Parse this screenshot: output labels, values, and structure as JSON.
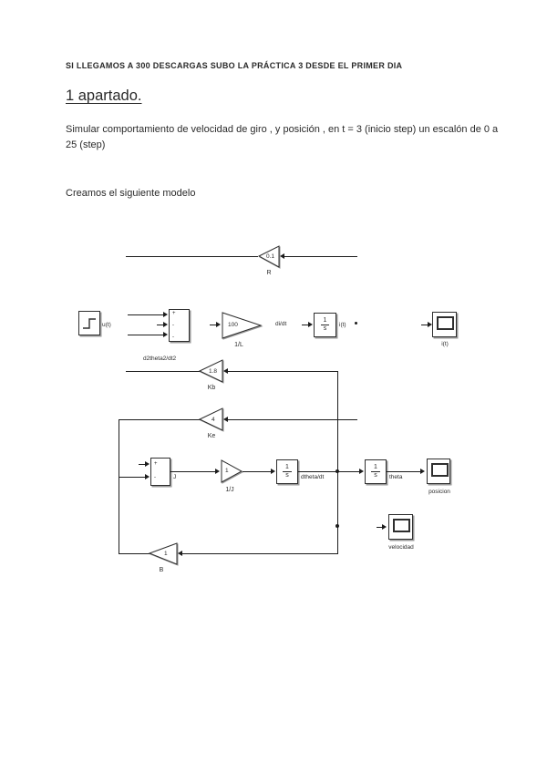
{
  "colors": {
    "ink": "#1c1c1c",
    "paper": "#ffffff"
  },
  "document": {
    "header": "SI LLEGAMOS A 300 DESCARGAS SUBO LA PRÁCTICA 3 DESDE EL PRIMER DIA",
    "heading": "1 apartado.",
    "paragraph": "Simular comportamiento de velocidad de giro , y posición , en t = 3 (inicio step) un escalón de 0 a 25 (step)",
    "caption": "Creamos el siguiente modelo"
  },
  "diagram": {
    "gain_r": {
      "value": "0.1",
      "label": "R"
    },
    "step": {
      "label": "u(t)"
    },
    "sum_elec": {
      "signs": [
        "+",
        "-",
        "-"
      ]
    },
    "gain_l": {
      "value": "100",
      "label": "1/L"
    },
    "wire_didt": "di/dt",
    "int_i": {
      "num": "1",
      "den": "s",
      "label": "i(t)"
    },
    "scope_i": {
      "label": "i(t)"
    },
    "wire_d2theta": "d2theta2/dt2",
    "gain_kb": {
      "value": "1.8",
      "label": "Kb"
    },
    "gain_ke": {
      "value": "4",
      "label": "Ke"
    },
    "sum_mech": {
      "signs": [
        "+",
        "-"
      ],
      "label": "J"
    },
    "gain_j": {
      "value": "1",
      "label": "1/J"
    },
    "int_w": {
      "num": "1",
      "den": "s",
      "label": "dtheta/dt"
    },
    "int_th": {
      "num": "1",
      "den": "s",
      "label": "theta"
    },
    "scope_pos": {
      "label": "posicion"
    },
    "scope_vel": {
      "label": "velocidad"
    },
    "gain_b": {
      "value": "1",
      "label": "B"
    }
  }
}
